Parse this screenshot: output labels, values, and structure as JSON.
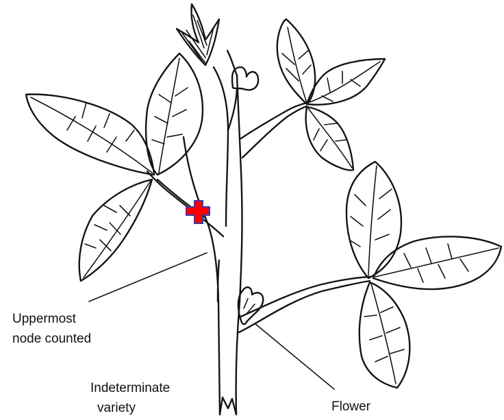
{
  "labels": {
    "uppermost_line1": "Uppermost",
    "uppermost_line2": "node counted",
    "indeterminate_line1": "Indeterminate",
    "indeterminate_line2": "variety",
    "flower": "Flower"
  },
  "marker": {
    "fill": "#ff0000",
    "outline": "#3a3aa8",
    "icon": "plus-cross"
  },
  "ink_color": "#141414"
}
